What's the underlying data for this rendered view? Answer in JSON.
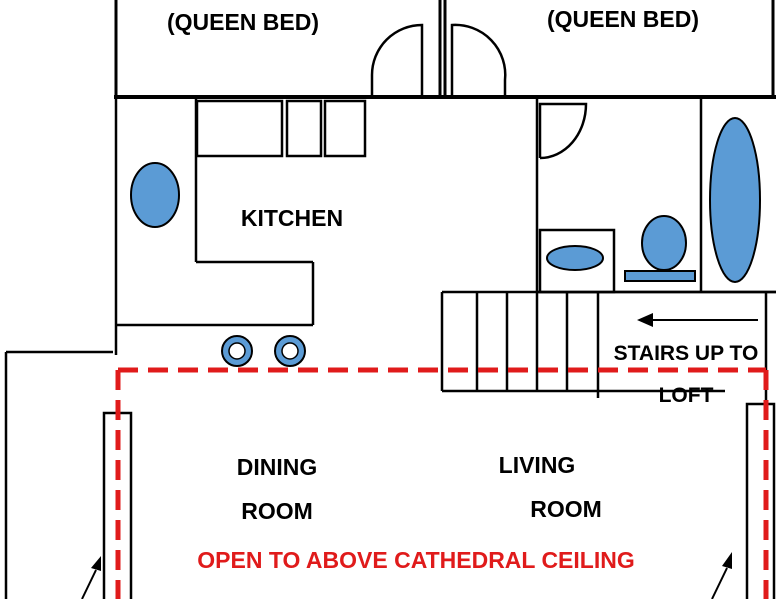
{
  "labels": {
    "bedroom_left": "(QUEEN BED)",
    "bedroom_right": "(QUEEN BED)",
    "kitchen": "KITCHEN",
    "stairs_line1": "STAIRS UP TO",
    "stairs_line2": "LOFT",
    "dining_line1": "DINING",
    "dining_line2": "ROOM",
    "living_line1": "LIVING",
    "living_line2": "ROOM",
    "open_above": "OPEN TO ABOVE CATHEDRAL CEILING"
  },
  "colors": {
    "wall": "#000000",
    "fixture": "#5b9bd5",
    "open_area_outline": "#e01b1b"
  }
}
